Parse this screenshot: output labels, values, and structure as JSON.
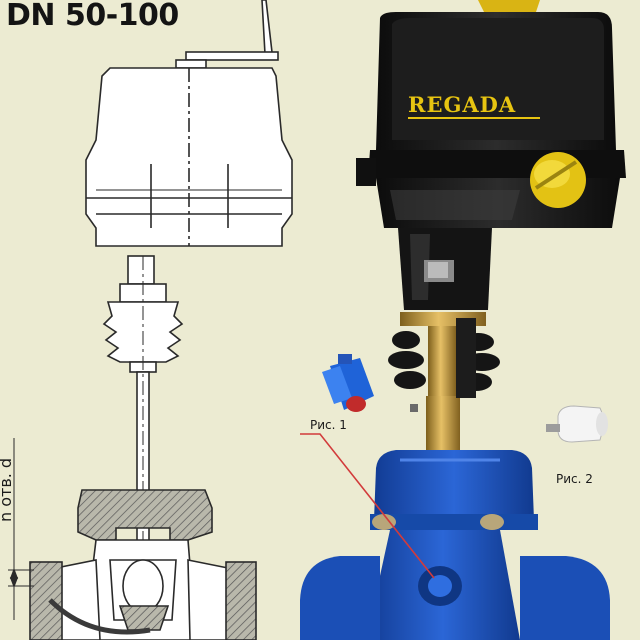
{
  "title": "DN 50-100",
  "brand": "REGADA",
  "labels": {
    "fig1": "Рис. 1",
    "fig2": "Рис. 2",
    "dimension": "n отв. d"
  },
  "colors": {
    "background": "#ecebd2",
    "actuator_black": "#151515",
    "brand_yellow": "#e7c411",
    "valve_blue": "#1f56c4",
    "brass": "#c8a13c",
    "line_drawing": "#2a2a2a",
    "hatch_fill": "#8a8a84"
  },
  "icons": [
    "handwheel-lever-icon",
    "yellow-knob-icon",
    "limit-switch-blue-icon",
    "sensor-white-icon"
  ]
}
